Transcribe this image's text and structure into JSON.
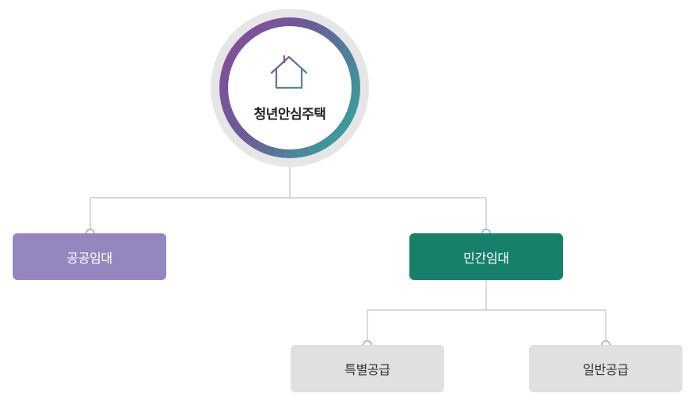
{
  "root": {
    "title": "청년안심주택",
    "icon": "house-outline-icon",
    "ring_gradient": [
      "#8a4b9c",
      "#6b5b98",
      "#3c9a9c"
    ],
    "ring_outer_color": "#e6e6e6"
  },
  "branches": {
    "public_rental": {
      "label": "공공임대",
      "color": "#9586c0"
    },
    "private_rental": {
      "label": "민간임대",
      "color": "#16806a",
      "children": {
        "special_supply": {
          "label": "특별공급",
          "color": "#e0e0e0"
        },
        "general_supply": {
          "label": "일반공급",
          "color": "#e0e0e0"
        }
      }
    }
  },
  "connector_color": "#cccccc",
  "connector_dot_color": "#c8c8c8"
}
